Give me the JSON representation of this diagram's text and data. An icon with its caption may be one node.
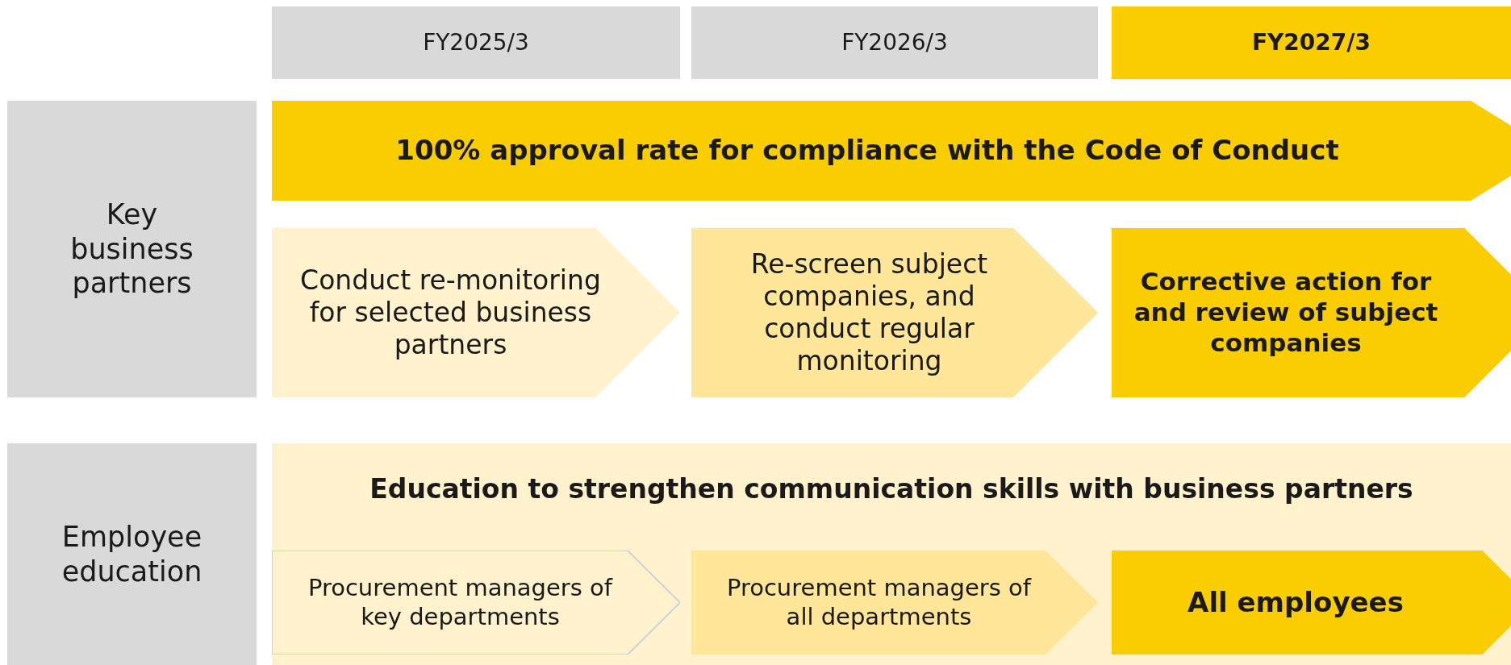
{
  "diagram": {
    "nodes": [
      {
        "text": [
          "FY2025/3"
        ]
      },
      {
        "text": [
          "FY2026/3"
        ]
      },
      {
        "text": [
          "FY2027/3"
        ]
      },
      {
        "text": [
          "Key business partners"
        ]
      },
      {
        "text": [
          "100% approval rate for compliance with the Code of Conduct"
        ]
      },
      {
        "text": [
          "Conduct re-monitoring for selected business partners"
        ]
      },
      {
        "text": [
          "Re-screen subject companies, and conduct regular monitoring"
        ]
      },
      {
        "text": [
          "Corrective action for and review of subject companies"
        ]
      },
      {
        "text": [
          "Employee education"
        ]
      },
      {
        "text": [
          "Education to strengthen communication skills with business partners"
        ]
      },
      {
        "text": [
          "Procurement managers of key departments"
        ],
        "in": 9
      },
      {
        "text": [
          "Procurement managers of all departments"
        ],
        "in": 9
      },
      {
        "text": [
          "All employees"
        ],
        "in": 9
      }
    ],
    "edges": []
  }
}
